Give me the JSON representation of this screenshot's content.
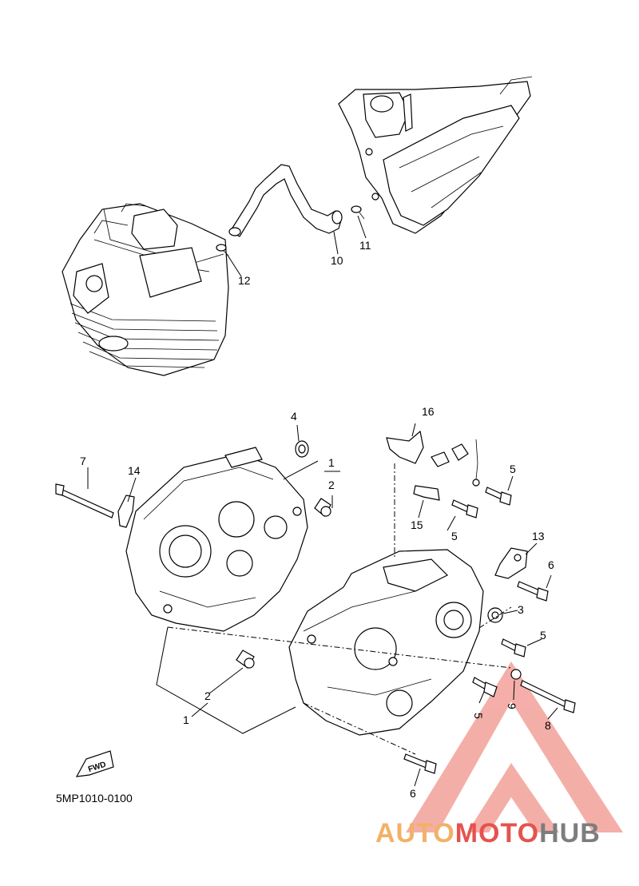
{
  "diagram_code": "5MP1010-0100",
  "fwd_label": "FWD",
  "watermark": {
    "part1": "AUTO",
    "part2": "MOTO",
    "part3": "HUB",
    "color_orange": "#f2b167",
    "color_red": "#e5534f",
    "color_gray": "#7d7d7d",
    "triangle_color": "#f3a09a"
  },
  "callouts": {
    "c1a": "1",
    "c1b": "1",
    "c2a": "2",
    "c2b": "2",
    "c3": "3",
    "c4": "4",
    "c5a": "5",
    "c5b": "5",
    "c5c": "5",
    "c5d": "5",
    "c6a": "6",
    "c6b": "6",
    "c7": "7",
    "c8": "8",
    "c9": "9",
    "c10": "10",
    "c11": "11",
    "c12": "12",
    "c13": "13",
    "c14": "14",
    "c15": "15",
    "c16": "16"
  }
}
